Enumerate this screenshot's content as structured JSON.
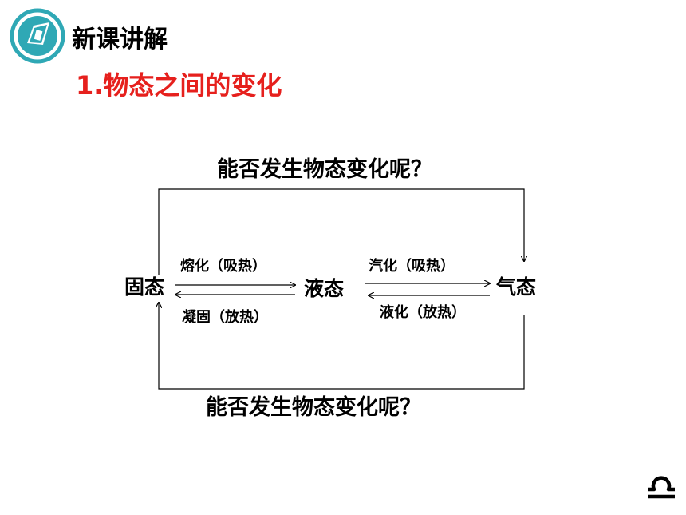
{
  "header": {
    "section_title": "新课讲解",
    "topic_title": "1.物态之间的变化"
  },
  "diagram": {
    "question_top": "能否发生物态变化呢？",
    "question_bottom": "能否发生物态变化呢？",
    "states": {
      "solid": "固态",
      "liquid": "液态",
      "gas": "气态"
    },
    "processes": {
      "melting": "熔化（吸热）",
      "freezing": "凝固（放热）",
      "vaporization": "汽化（吸热）",
      "condensation": "液化（放热）"
    }
  },
  "icons": {
    "logo": "compass-logo-icon",
    "corner": "libra-symbol-icon"
  },
  "colors": {
    "logo_teal": "#2fa8b5",
    "topic_red": "#e6201d"
  }
}
